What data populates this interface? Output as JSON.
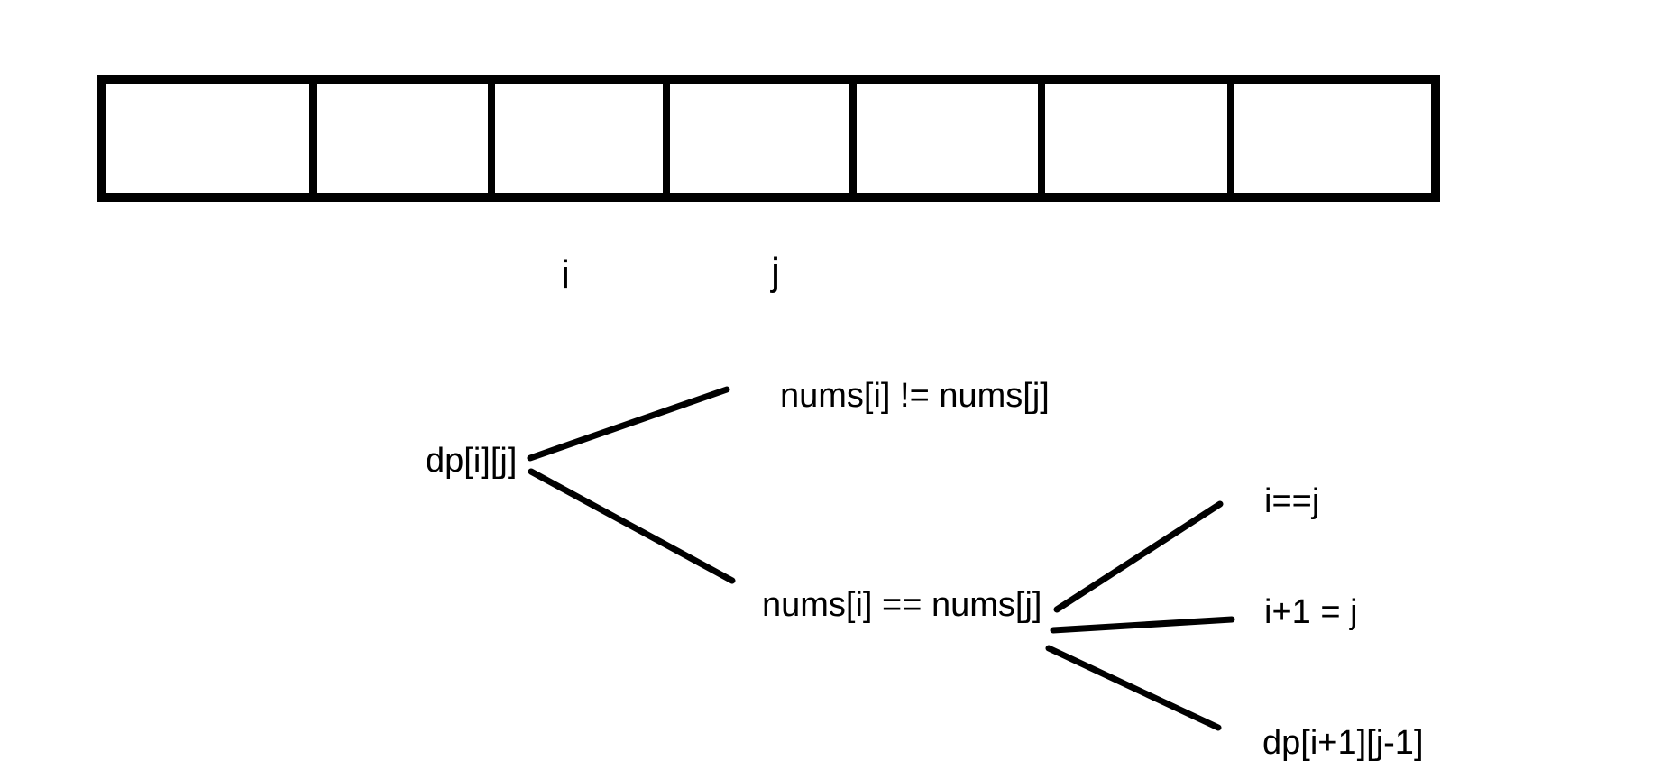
{
  "canvas": {
    "background_color": "#ffffff",
    "ink_color": "#000000"
  },
  "array": {
    "cell_count": 7,
    "cells": [
      "",
      "",
      "",
      "",
      "",
      "",
      ""
    ],
    "pointer_labels": [
      {
        "text": "i",
        "cell_index": 2
      },
      {
        "text": "j",
        "cell_index": 3
      }
    ]
  },
  "tree": {
    "root": {
      "label": "dp[i][j]",
      "children": [
        {
          "label": "nums[i] != nums[j]",
          "children": []
        },
        {
          "label": "nums[i] == nums[j]",
          "children": [
            {
              "label": "i==j"
            },
            {
              "label": "i+1 = j"
            },
            {
              "label": "dp[i+1][j-1]"
            }
          ]
        }
      ]
    }
  }
}
